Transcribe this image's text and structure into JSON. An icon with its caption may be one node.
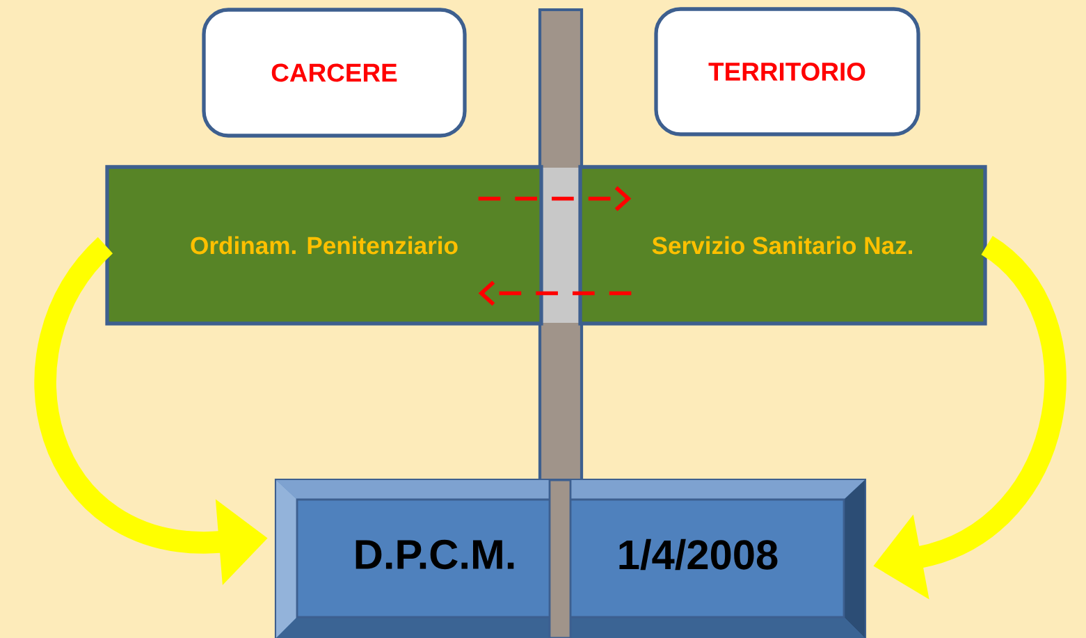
{
  "diagram": {
    "nodes": [
      {
        "text": [
          "CARCERE"
        ]
      },
      {
        "text": [
          "TERRITORIO"
        ]
      },
      {
        "text": [
          "Ordinam. Penitenziario"
        ]
      },
      {
        "text": [
          "Servizio Sanitario Naz."
        ]
      },
      {
        "text": [
          "D.P.C.M.",
          "1/4/2008"
        ]
      }
    ],
    "edges": [
      {
        "from": 2,
        "to": 3,
        "arrow": "to",
        "style": "dashed",
        "color": "#ff0000"
      },
      {
        "from": 3,
        "to": 2,
        "arrow": "to",
        "style": "dashed",
        "color": "#ff0000"
      },
      {
        "from": 2,
        "to": 4,
        "arrow": "to",
        "style": "thick",
        "color": "#ffff00"
      },
      {
        "from": 3,
        "to": 4,
        "arrow": "to",
        "style": "thick",
        "color": "#ffff00"
      }
    ]
  }
}
